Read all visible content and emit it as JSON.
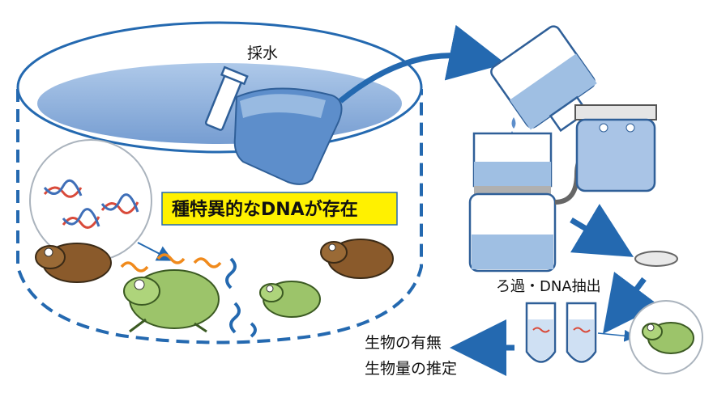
{
  "labels": {
    "sampling": "採水",
    "dna_box": "種特異的なDNAが存在",
    "filtration": "ろ過・DNA抽出",
    "result_line1": "生物の有無",
    "result_line2": "生物量の推定"
  },
  "colors": {
    "arrow_blue": "#2469b0",
    "water_blue": "#7fa6d6",
    "dashed_outline": "#2469b0",
    "highlight_yellow": "#fff100",
    "frog_green": "#9cc46a",
    "frog_brown": "#8a5a2b"
  }
}
